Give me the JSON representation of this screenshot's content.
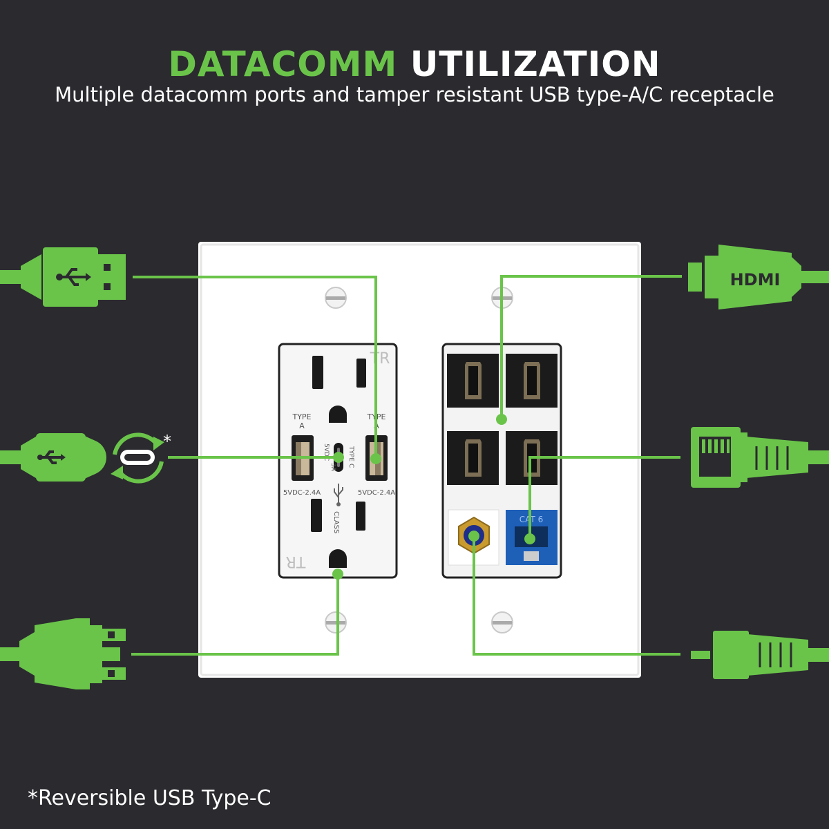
{
  "title": {
    "green": "DATACOMM",
    "white": "UTILIZATION"
  },
  "subtitle": "Multiple datacomm ports and tamper resistant USB type-A/C receptacle",
  "footnote": "*Reversible USB Type-C",
  "asterisk": "*",
  "colors": {
    "background": "#2b2a2f",
    "accent": "#6ac44a",
    "plate": "#ffffff",
    "keystone_blue": "#1e5fb8",
    "coax_gold": "#c99a2e"
  },
  "outlet": {
    "tr_top": "TR",
    "tr_bottom": "TR",
    "type_a_left": "TYPE",
    "type_a_left_sub": "A",
    "type_a_right": "TYPE",
    "type_a_right_sub": "A",
    "type_c": "TYPE C",
    "type_c_rating_1": "5VDC",
    "type_c_rating_2": "3A",
    "rating_left": "5VDC-2.4A",
    "rating_right": "5VDC-2.4A",
    "class": "CLASS"
  },
  "keystone": {
    "cat6": "CAT 6"
  },
  "icons": {
    "hdmi_label": "HDMI",
    "left": [
      "usb-a-plug-icon",
      "usb-c-reversible-icon",
      "power-plug-icon"
    ],
    "right": [
      "hdmi-plug-icon",
      "rj45-plug-icon",
      "coax-plug-icon"
    ]
  }
}
